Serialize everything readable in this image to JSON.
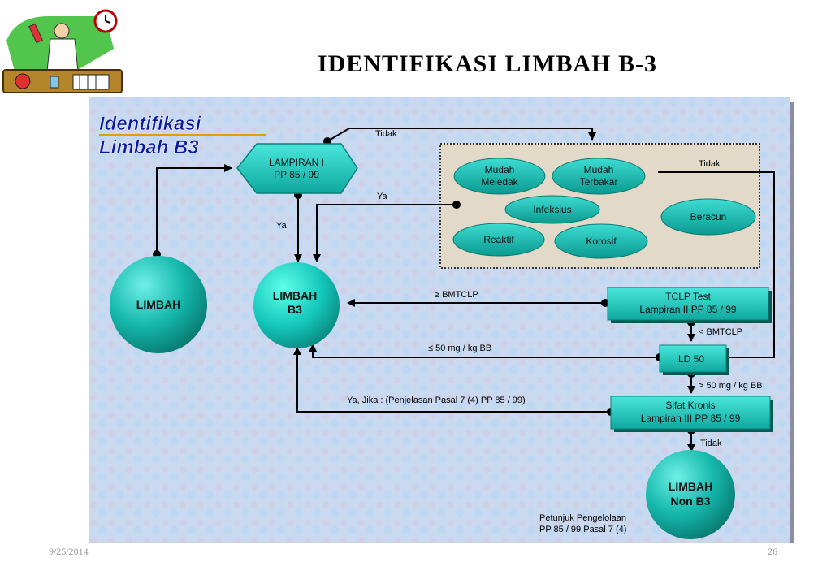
{
  "slide": {
    "title": "IDENTIFIKASI  LIMBAH  B-3",
    "date": "9/25/2014",
    "page_number": "26"
  },
  "panel": {
    "heading_line1": "Identifikasi",
    "heading_line2": "Limbah B3",
    "background_color": "#c8d8f0",
    "heading_color": "#0a1aa0"
  },
  "nodes": {
    "limbah": "LIMBAH",
    "lampiran_line1": "LAMPIRAN I",
    "lampiran_line2": "PP 85 / 99",
    "limbah_b3_line1": "LIMBAH",
    "limbah_b3_line2": "B3",
    "tclp_line1": "TCLP Test",
    "tclp_line2": "Lampiran II  PP 85 / 99",
    "ld50": "LD 50",
    "kronis_line1": "Sifat Kronis",
    "kronis_line2": "Lampiran III  PP 85 / 99",
    "non_b3_line1": "LIMBAH",
    "non_b3_line2": "Non B3"
  },
  "characteristics": {
    "mudah_meledak_line1": "Mudah",
    "mudah_meledak_line2": "Meledak",
    "mudah_terbakar_line1": "Mudah",
    "mudah_terbakar_line2": "Terbakar",
    "infeksius": "Infeksius",
    "beracun": "Beracun",
    "reaktif": "Reaktif",
    "korosif": "Korosif"
  },
  "edge_labels": {
    "tidak_top": "Tidak",
    "ya_side": "Ya",
    "ya_down": "Ya",
    "tidak_beracun": "Tidak",
    "ge_bmtclp": "≥ BMTCLP",
    "lt_bmtclp": "< BMTCLP",
    "le_50": "≤ 50 mg / kg BB",
    "gt_50": "> 50 mg / kg BB",
    "ya_jika": "Ya, Jika : (Penjelasan Pasal 7 (4) PP 85 / 99)",
    "tidak_bottom": "Tidak"
  },
  "note": {
    "line1": "Petunjuk Pengelolaan",
    "line2": "PP 85 / 99 Pasal 7 (4)"
  },
  "colors": {
    "node_fill": "#1ec8c0",
    "node_dark": "#0a7a70",
    "arrow": "#000000"
  }
}
